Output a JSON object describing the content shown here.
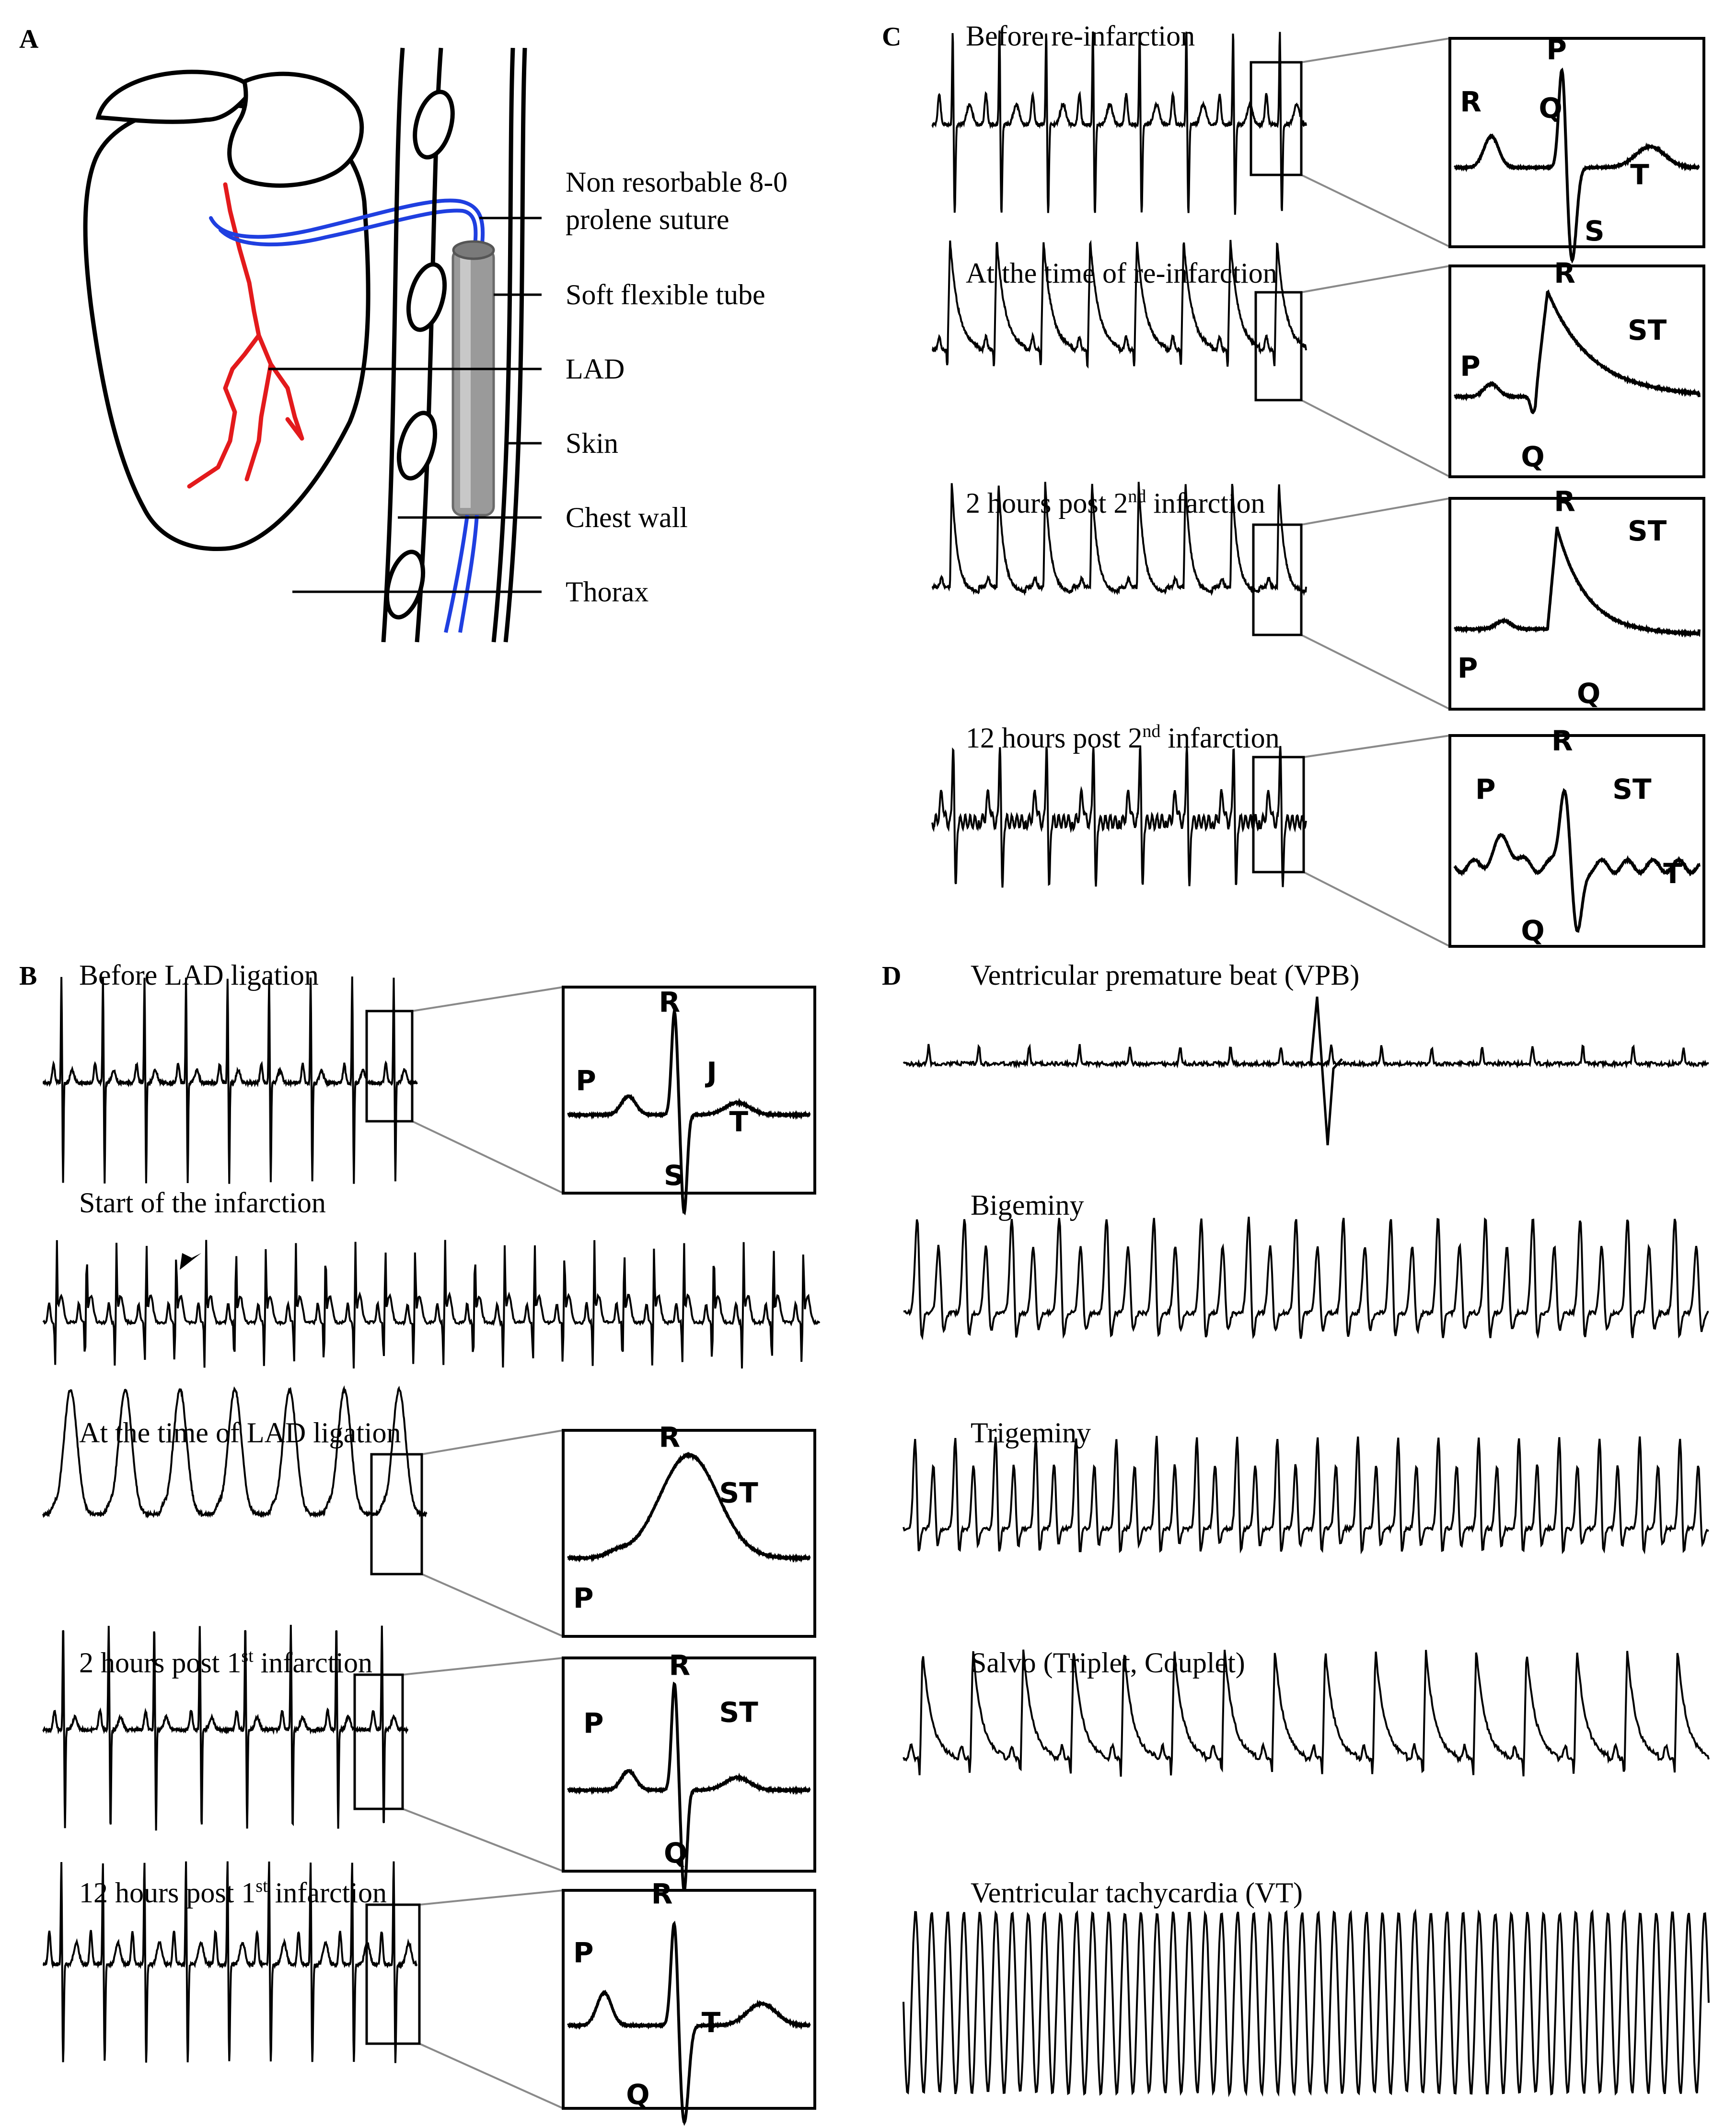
{
  "panels": {
    "a": {
      "letter": "A",
      "labels": {
        "suture_1": "Non resorbable 8-0",
        "suture_2": "prolene suture",
        "tube": "Soft flexible tube",
        "lad": "LAD",
        "skin": "Skin",
        "chest_wall": "Chest wall",
        "thorax": "Thorax"
      }
    },
    "b": {
      "letter": "B",
      "traces": [
        {
          "title": "Before LAD ligation",
          "wave": [
            "P",
            "R",
            "J",
            "S",
            "T"
          ]
        },
        {
          "title": "Start of the infarction"
        },
        {
          "title": "At the time of LAD ligation",
          "wave": [
            "R",
            "ST",
            "P"
          ]
        },
        {
          "title_pre": "2 hours post 1",
          "title_sup": "st",
          "title_post": " infarction",
          "wave": [
            "R",
            "P",
            "ST",
            "Q"
          ]
        },
        {
          "title_pre": "12 hours post 1",
          "title_sup": "st",
          "title_post": " infarction",
          "wave": [
            "R",
            "P",
            "T",
            "Q"
          ]
        }
      ]
    },
    "c": {
      "letter": "C",
      "traces": [
        {
          "title": "Before re-infarction",
          "wave": [
            "R",
            "P",
            "Q",
            "T",
            "S"
          ]
        },
        {
          "title": "At the time of re-infarction",
          "wave": [
            "R",
            "ST",
            "P",
            "Q"
          ]
        },
        {
          "title_pre": "2 hours post 2",
          "title_sup": "nd",
          "title_post": " infarction",
          "wave": [
            "R",
            "ST",
            "P",
            "Q"
          ]
        },
        {
          "title_pre": "12 hours post 2",
          "title_sup": "nd",
          "title_post": " infarction",
          "wave": [
            "R",
            "P",
            "ST",
            "T",
            "Q"
          ]
        }
      ]
    },
    "d": {
      "letter": "D",
      "traces": [
        {
          "title": "Ventricular premature beat (VPB)"
        },
        {
          "title": "Bigeminy"
        },
        {
          "title": "Trigeminy"
        },
        {
          "title": "Salvo (Triplet, Couplet)"
        },
        {
          "title": "Ventricular tachycardia (VT)"
        }
      ]
    }
  },
  "colors": {
    "ink": "#000000",
    "vessel": "#e31a1c",
    "suture": "#1f3fe0",
    "tube": "#8f8f8f",
    "leader": "#8a8a8a"
  }
}
